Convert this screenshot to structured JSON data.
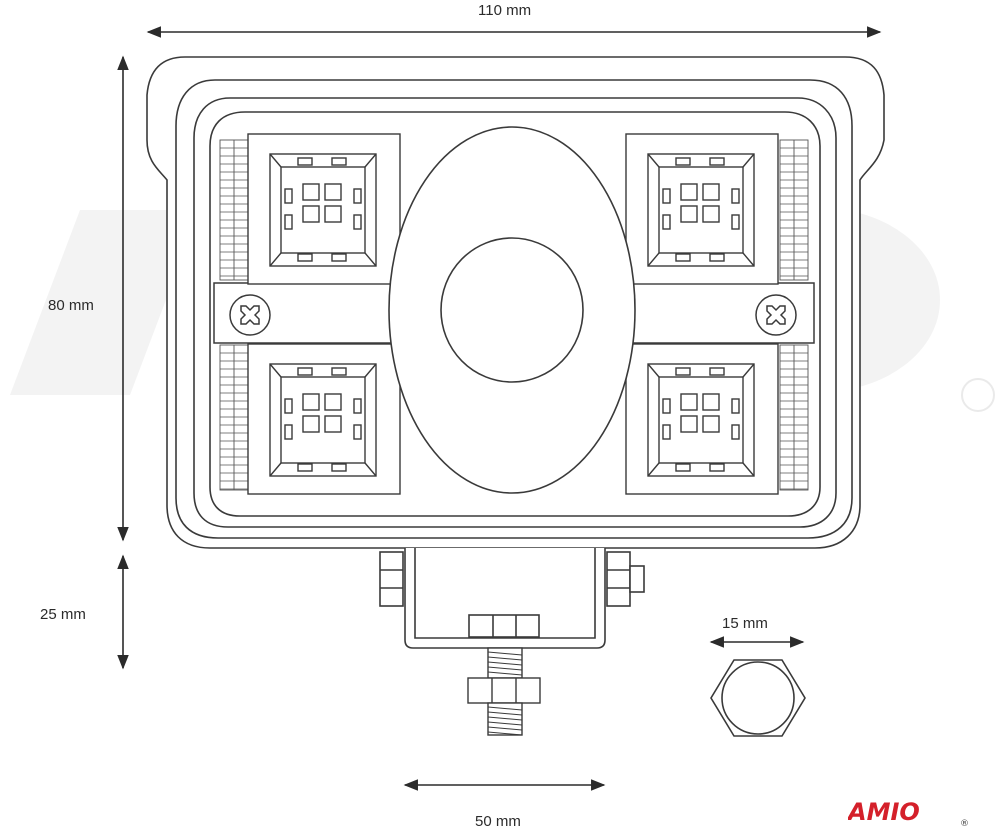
{
  "dimensions": {
    "width": "110 mm",
    "height": "80 mm",
    "mount_height": "25 mm",
    "bracket_width": "50 mm",
    "nut_width": "15 mm"
  },
  "brand": {
    "name": "AMiO",
    "registered_mark": "®",
    "logo_color": "#d4202a"
  },
  "colors": {
    "line": "#3a3a3a",
    "watermark": "#f2f2f2"
  }
}
